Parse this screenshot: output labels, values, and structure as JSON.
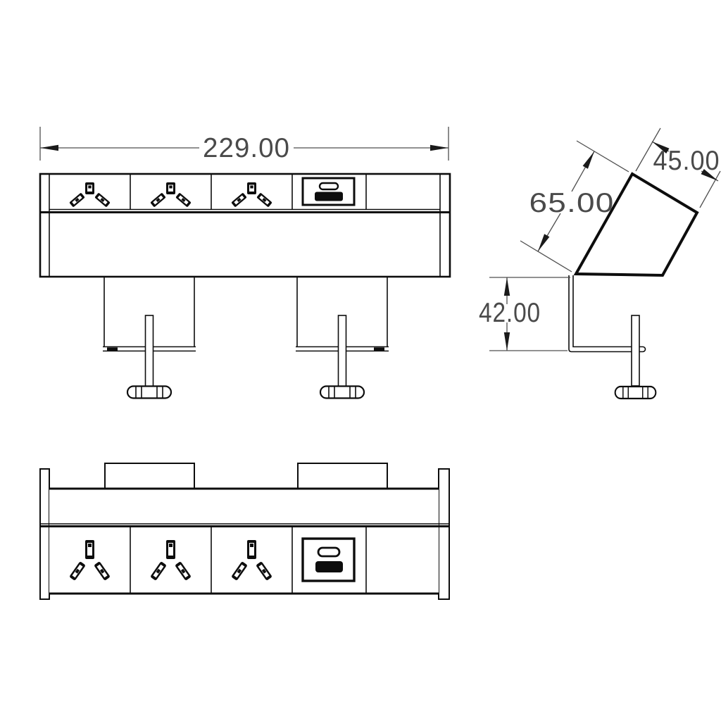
{
  "colors": {
    "background": "#ffffff",
    "outline": "#0d0d0d",
    "dimension_line": "#4f4f4f",
    "dimension_text": "#4a4a4a"
  },
  "dimension_labels": {
    "overall_width": "229.00",
    "body_face_length": "65.00",
    "body_depth": "45.00",
    "clamp_gap_height": "42.00"
  },
  "views": {
    "front_view": {
      "socket_count": 3,
      "usb_module_count": 1,
      "clamp_count": 2
    },
    "side_view": {
      "clamp_count": 1
    },
    "rear_view": {
      "socket_count": 3,
      "usb_module_count": 1,
      "mount_tab_count": 2
    }
  }
}
